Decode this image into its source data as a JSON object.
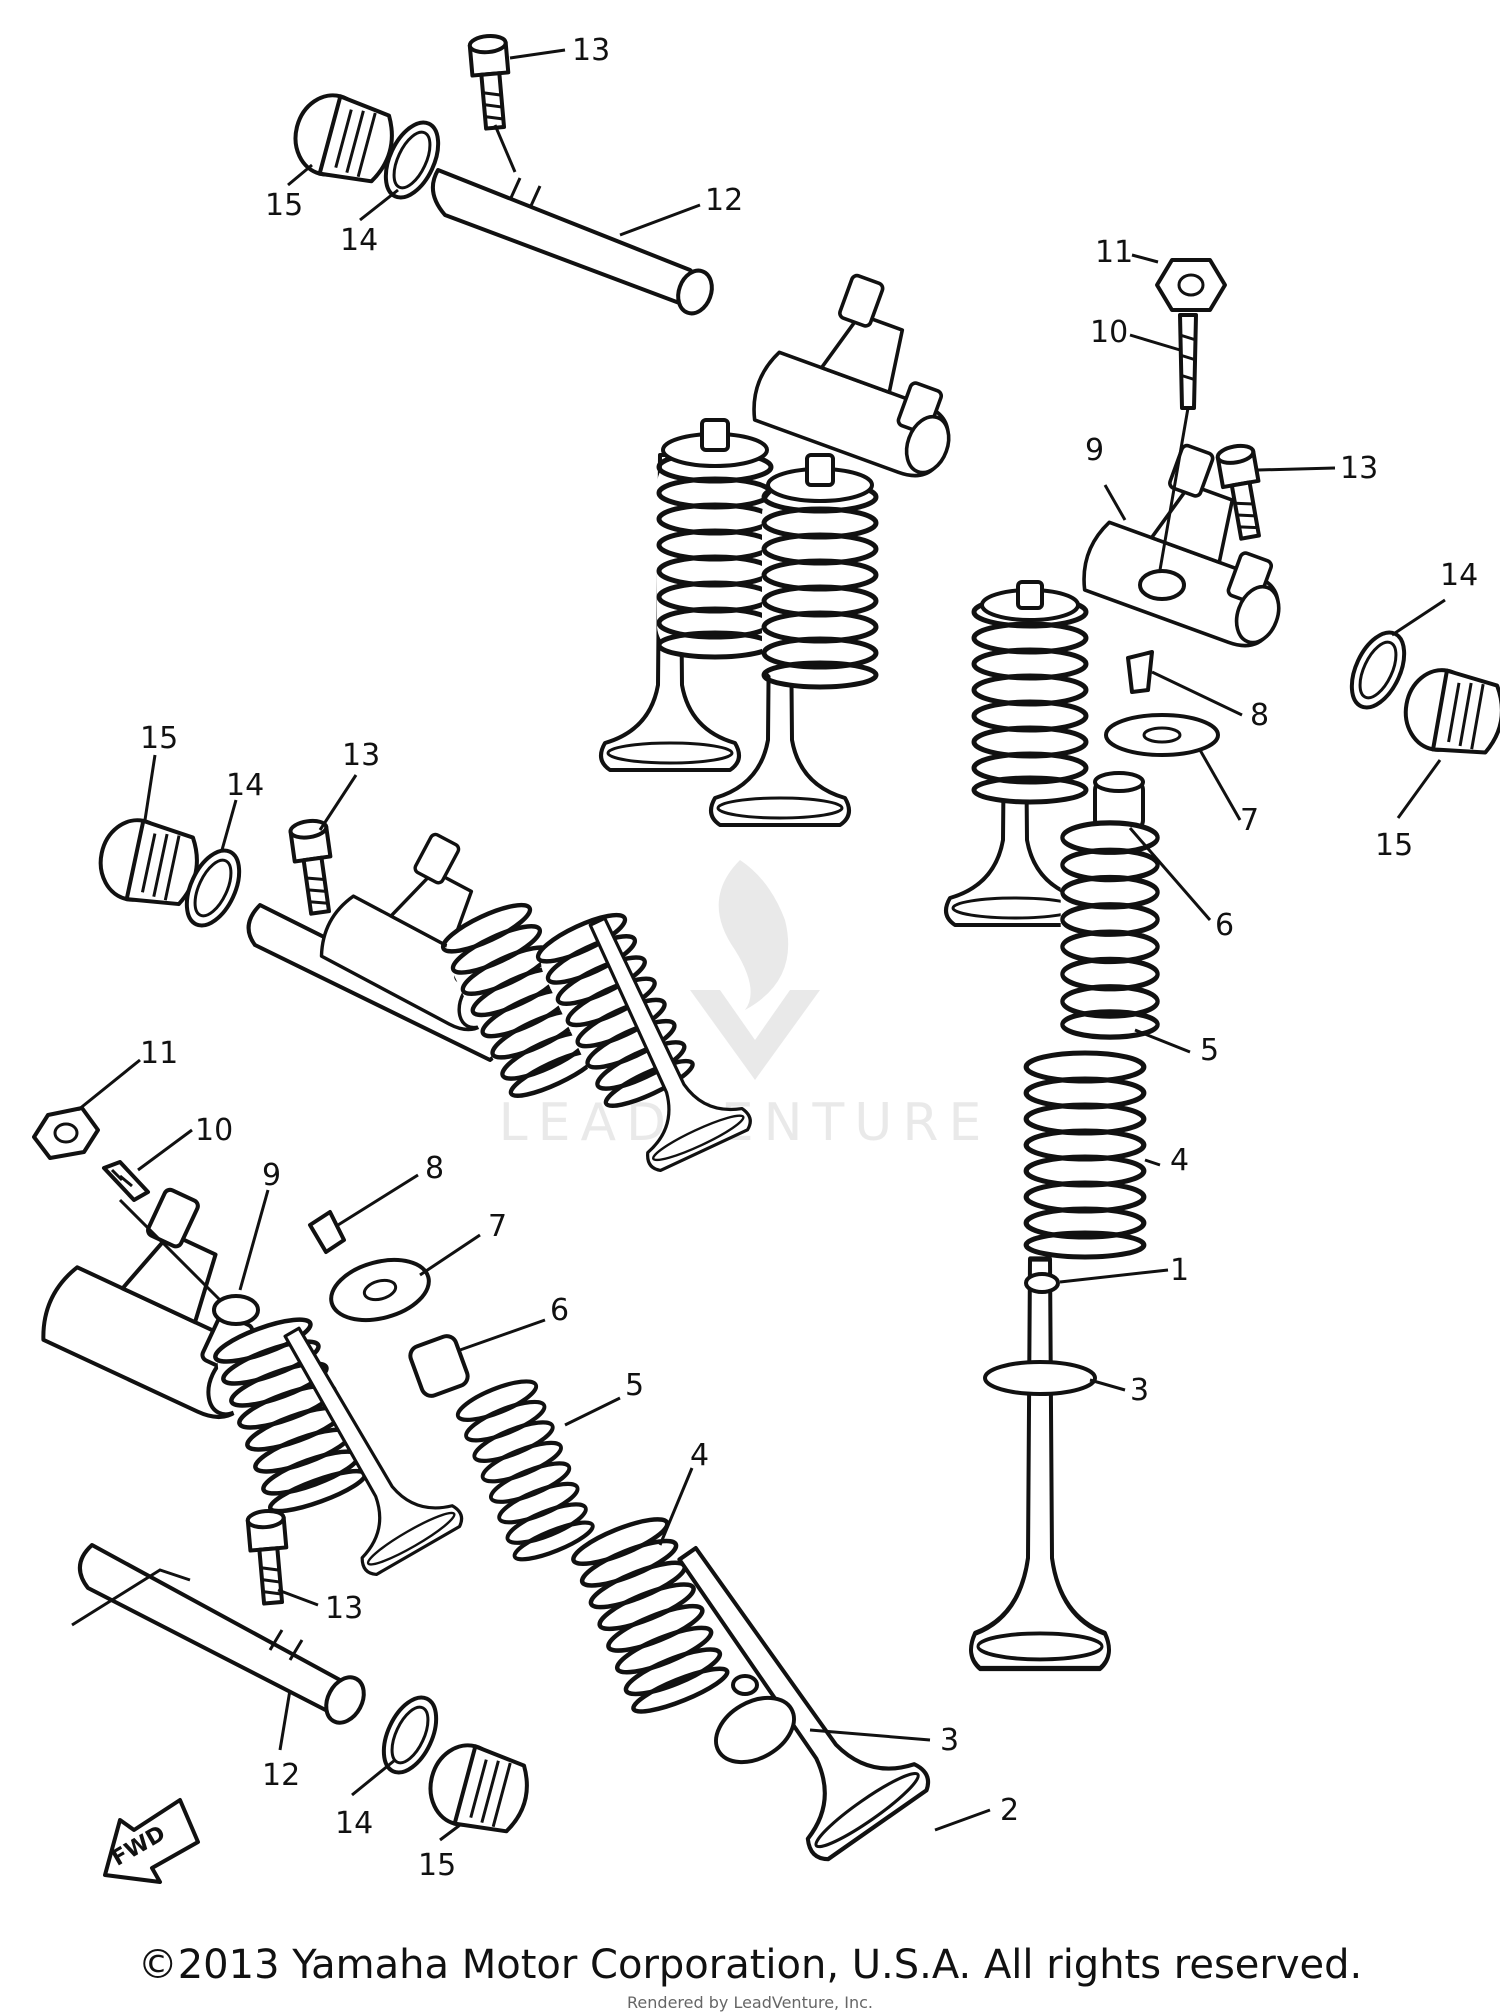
{
  "diagram": {
    "callouts": [
      {
        "n": "1"
      },
      {
        "n": "2"
      },
      {
        "n": "3"
      },
      {
        "n": "3"
      },
      {
        "n": "4"
      },
      {
        "n": "4"
      },
      {
        "n": "5"
      },
      {
        "n": "5"
      },
      {
        "n": "6"
      },
      {
        "n": "6"
      },
      {
        "n": "7"
      },
      {
        "n": "7"
      },
      {
        "n": "8"
      },
      {
        "n": "8"
      },
      {
        "n": "9"
      },
      {
        "n": "9"
      },
      {
        "n": "10"
      },
      {
        "n": "10"
      },
      {
        "n": "11"
      },
      {
        "n": "11"
      },
      {
        "n": "12"
      },
      {
        "n": "12"
      },
      {
        "n": "13"
      },
      {
        "n": "13"
      },
      {
        "n": "13"
      },
      {
        "n": "13"
      },
      {
        "n": "14"
      },
      {
        "n": "14"
      },
      {
        "n": "14"
      },
      {
        "n": "14"
      },
      {
        "n": "15"
      },
      {
        "n": "15"
      },
      {
        "n": "15"
      },
      {
        "n": "15"
      }
    ],
    "fwd_label": "FWD",
    "watermark": "LEADVENTURE"
  },
  "footer": {
    "copyright": "©2013 Yamaha Motor Corporation, U.S.A. All rights reserved.",
    "rendered_by": "Rendered by LeadVenture, Inc."
  }
}
